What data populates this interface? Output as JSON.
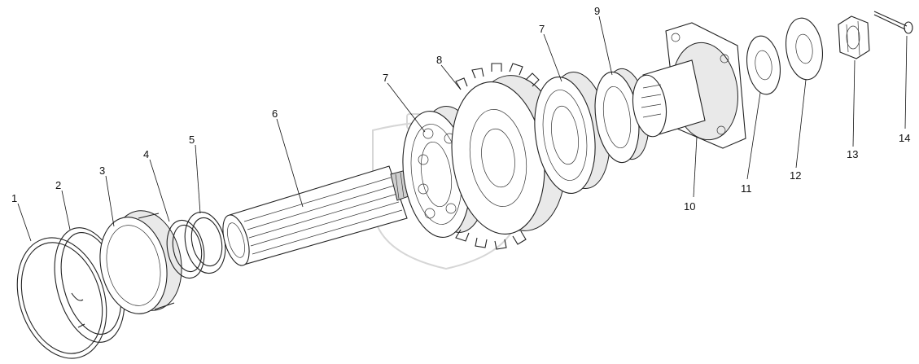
{
  "diagram": {
    "callouts": [
      {
        "id": "1",
        "label": "1"
      },
      {
        "id": "2",
        "label": "2"
      },
      {
        "id": "3",
        "label": "3"
      },
      {
        "id": "4",
        "label": "4"
      },
      {
        "id": "5",
        "label": "5"
      },
      {
        "id": "6",
        "label": "6"
      },
      {
        "id": "7a",
        "label": "7"
      },
      {
        "id": "8",
        "label": "8"
      },
      {
        "id": "7b",
        "label": "7"
      },
      {
        "id": "9",
        "label": "9"
      },
      {
        "id": "10",
        "label": "10"
      },
      {
        "id": "11",
        "label": "11"
      },
      {
        "id": "12",
        "label": "12"
      },
      {
        "id": "13",
        "label": "13"
      },
      {
        "id": "14",
        "label": "14"
      }
    ]
  }
}
